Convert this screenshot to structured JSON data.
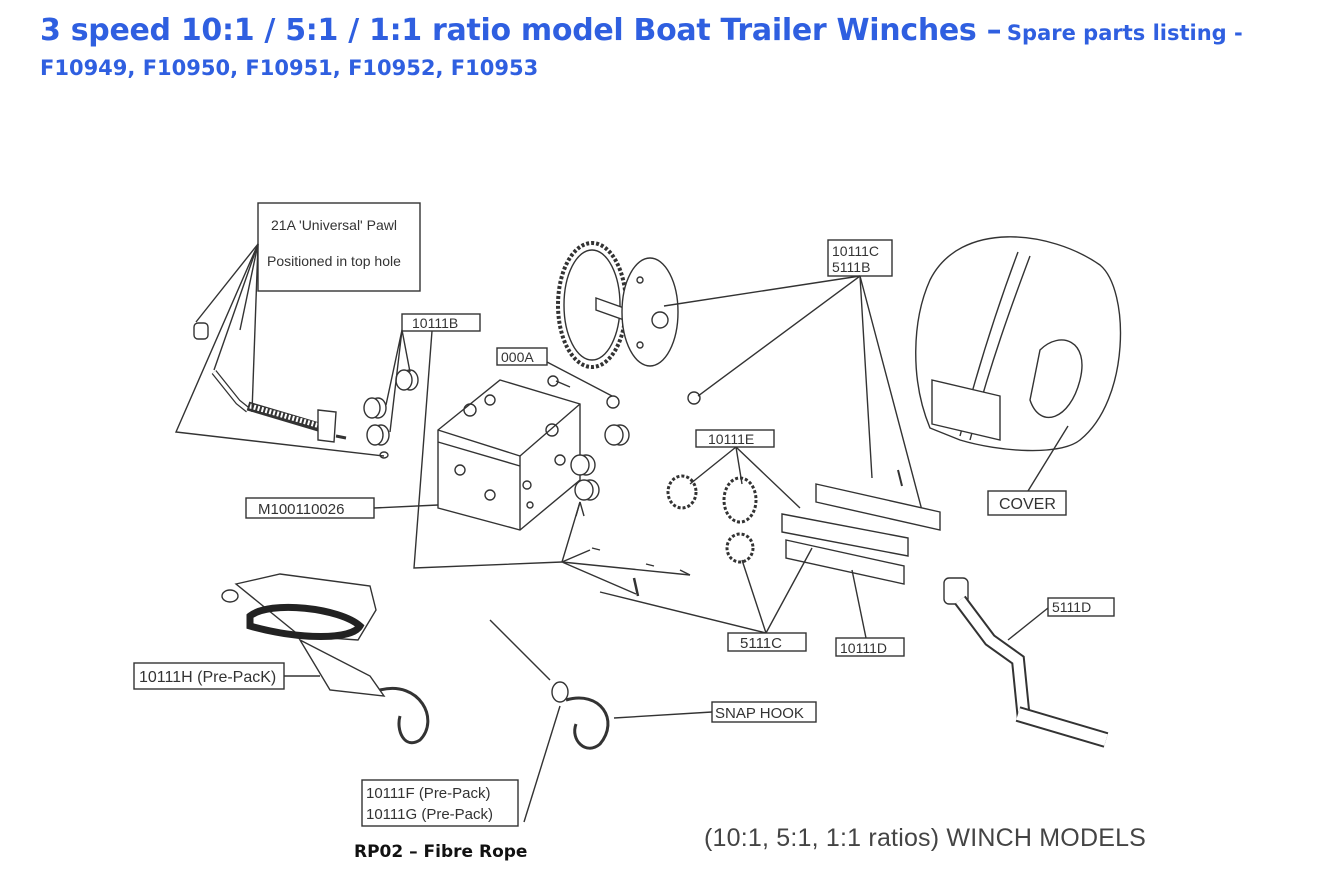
{
  "header": {
    "title_main": "3 speed 10:1 / 5:1 / 1:1 ratio model Boat Trailer Winches –",
    "title_sub": "Spare parts listing -",
    "model_numbers": "F10949, F10950, F10951, F10952, F10953"
  },
  "callouts": {
    "pawl_line1": "21A 'Universal' Pawl",
    "pawl_line2": "Positioned in top hole",
    "p10111b": "10111B",
    "p000a": "000A",
    "p10111c": "10111C",
    "p5111b": "5111B",
    "p10111e": "10111E",
    "m100110026": "M100110026",
    "cover": "COVER",
    "p5111d": "5111D",
    "p5111c": "5111C",
    "p10111d": "10111D",
    "p10111h": "10111H (Pre-PacK)",
    "snap_hook": "SNAP HOOK",
    "p10111f": "10111F (Pre-Pack)",
    "p10111g": "10111G (Pre-Pack)"
  },
  "footer": {
    "rope": "RP02 – Fibre Rope",
    "models": "(10:1, 5:1, 1:1 ratios) WINCH MODELS"
  }
}
